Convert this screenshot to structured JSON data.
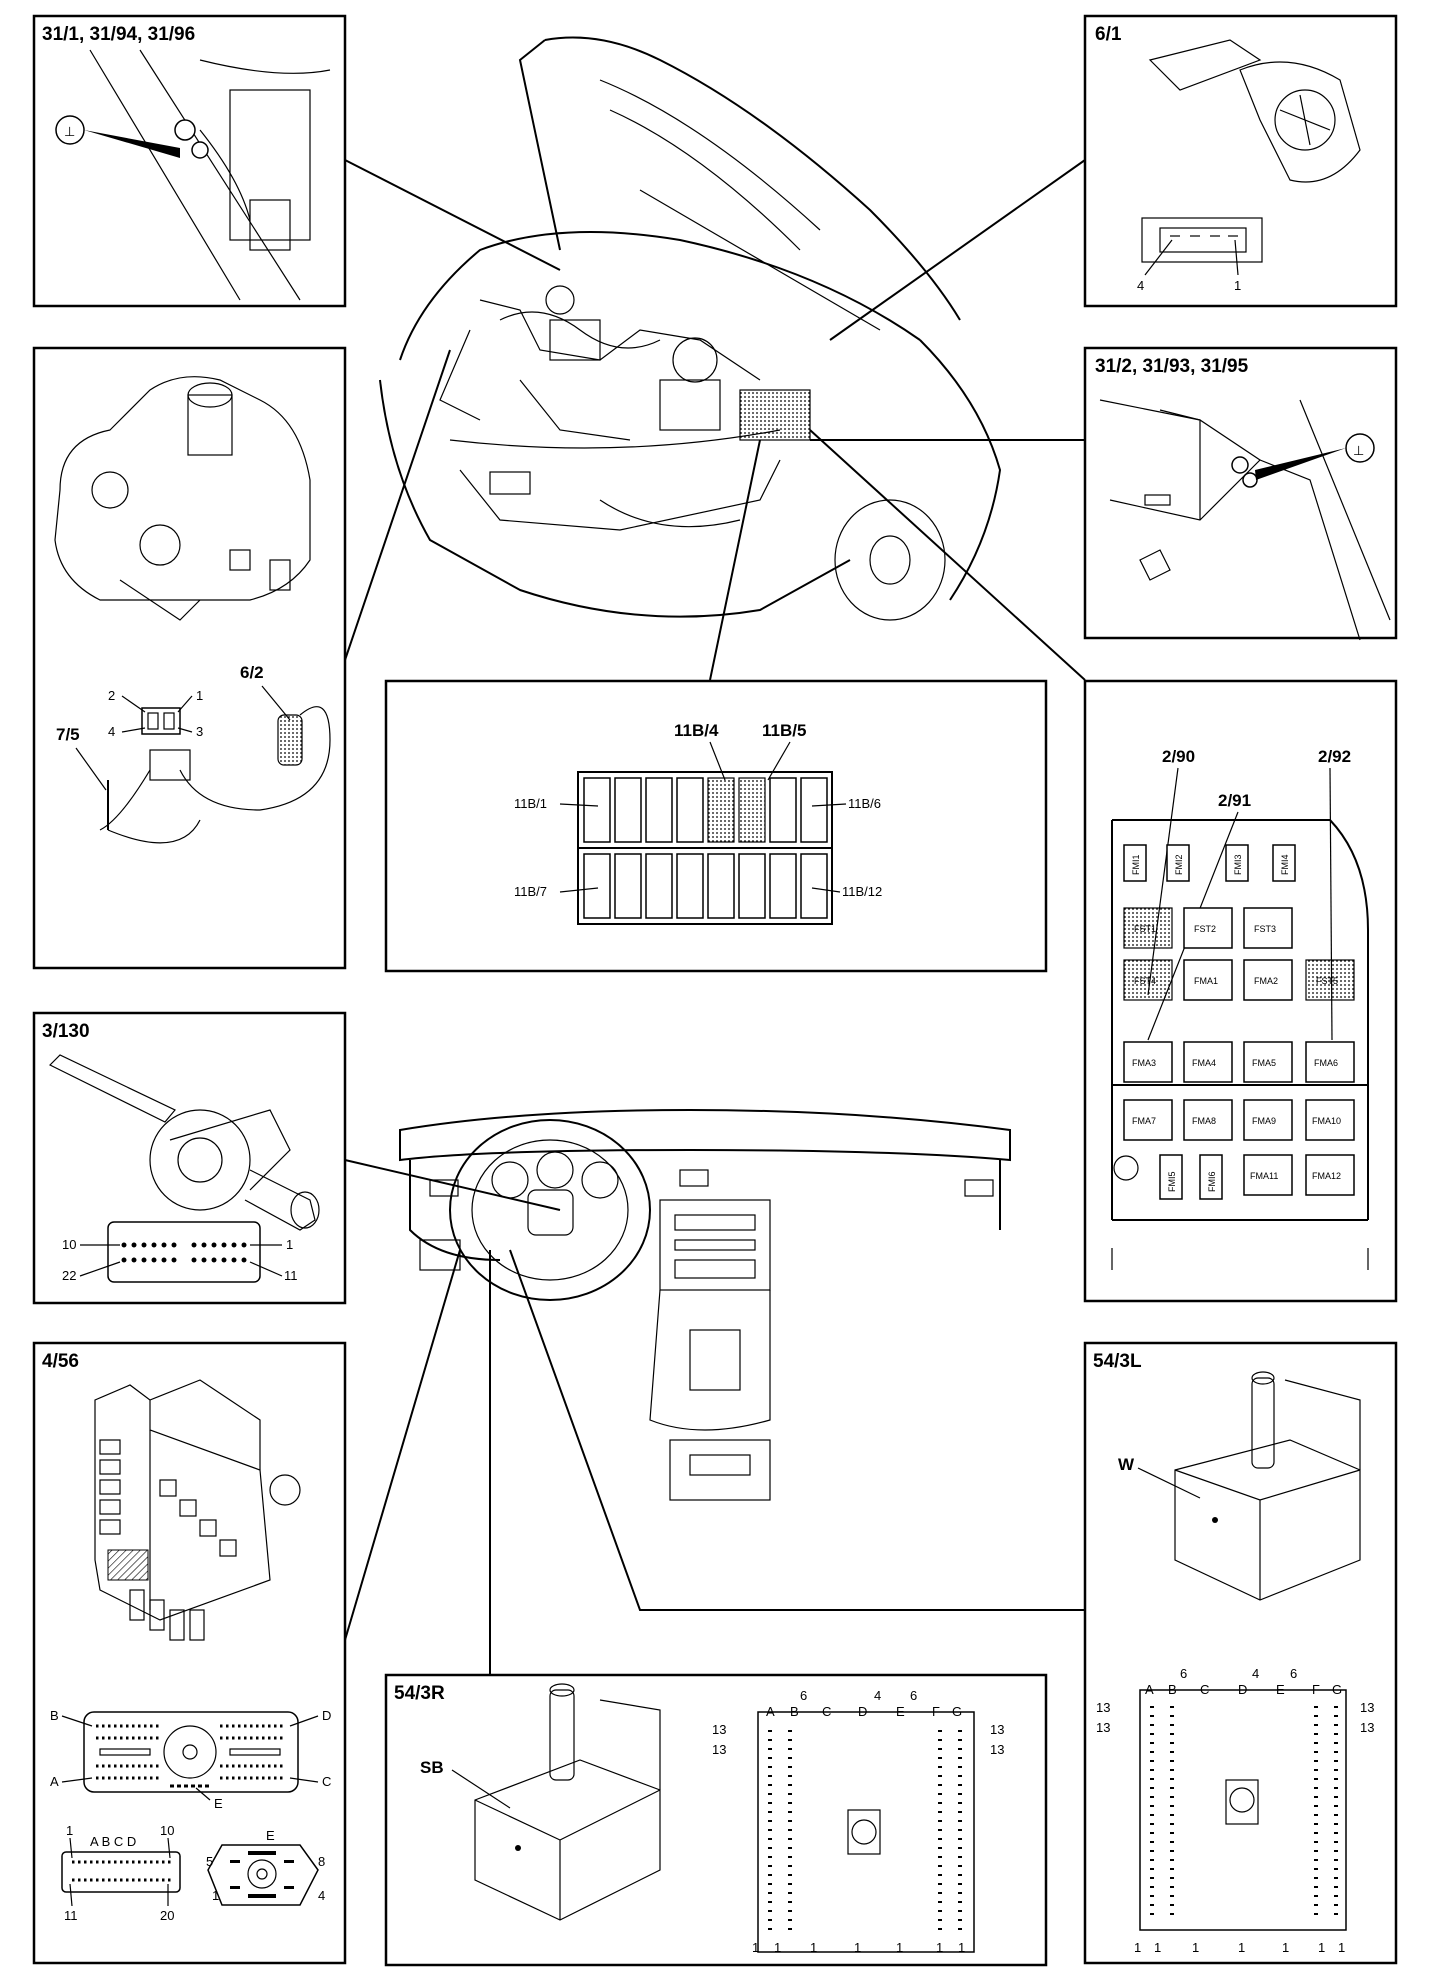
{
  "panels": {
    "p31_1": {
      "title": "31/1, 31/94, 31/96"
    },
    "p6_1": {
      "title": "6/1",
      "pin_left": "4",
      "pin_right": "1"
    },
    "p31_2": {
      "title": "31/2, 31/93, 31/95"
    },
    "p7_5": {
      "label_7_5": "7/5",
      "label_6_2": "6/2",
      "pins": [
        "2",
        "1",
        "4",
        "3"
      ]
    },
    "p11b": {
      "label_11b4": "11B/4",
      "label_11b5": "11B/5",
      "label_11b1": "11B/1",
      "label_11b6": "11B/6",
      "label_11b7": "11B/7",
      "label_11b12": "11B/12"
    },
    "p2_90": {
      "label_2_90": "2/90",
      "label_2_91": "2/91",
      "label_2_92": "2/92",
      "row1": [
        "FMI1",
        "FMI2",
        "FMI3",
        "FMI4"
      ],
      "row2": [
        "FST1",
        "FST2",
        "FST3"
      ],
      "row3": [
        "FST4",
        "FMA1",
        "FMA2",
        "FST5"
      ],
      "row4": [
        "FMA3",
        "FMA4",
        "FMA5",
        "FMA6"
      ],
      "row5": [
        "FMA7",
        "FMA8",
        "FMA9",
        "FMA10"
      ],
      "row6": [
        "FMI5",
        "FMI6",
        "FMA11",
        "FMA12"
      ]
    },
    "p3_130": {
      "title": "3/130",
      "pins": [
        "10",
        "1",
        "22",
        "11"
      ]
    },
    "p4_56": {
      "title": "4/56",
      "conn_letters": [
        "B",
        "D",
        "A",
        "C",
        "E"
      ],
      "c2_top": [
        "1",
        "A B C D",
        "10"
      ],
      "c2_bottom": [
        "11",
        "20"
      ],
      "c3": [
        "E",
        "5",
        "8",
        "1",
        "4"
      ]
    },
    "p54_3r": {
      "title": "54/3R",
      "sb": "SB",
      "letters": [
        "A",
        "B",
        "C",
        "D",
        "E",
        "F",
        "G"
      ],
      "top_nums": [
        "6",
        "4",
        "6"
      ],
      "side": [
        "13",
        "13",
        "13",
        "13"
      ],
      "bottom": [
        "1",
        "1",
        "1",
        "1",
        "1",
        "1",
        "1"
      ]
    },
    "p54_3l": {
      "title": "54/3L",
      "w": "W",
      "letters": [
        "A",
        "B",
        "C",
        "D",
        "E",
        "F",
        "G"
      ],
      "top_nums": [
        "6",
        "4",
        "6"
      ],
      "side": [
        "13",
        "13",
        "13",
        "13"
      ],
      "bottom": [
        "1",
        "1",
        "1",
        "1",
        "1",
        "1",
        "1"
      ]
    }
  }
}
